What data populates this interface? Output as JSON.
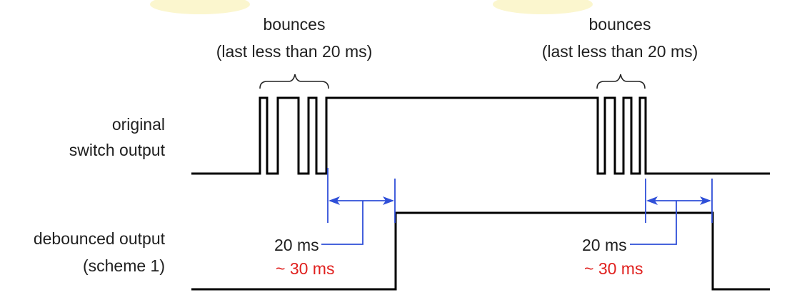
{
  "labels": {
    "bounces_left": "bounces",
    "bounces_left_sub": "(last less than 20 ms)",
    "bounces_right": "bounces",
    "bounces_right_sub": "(last less than 20 ms)",
    "original_line1": "original",
    "original_line2": "switch output",
    "debounced_line1": "debounced output",
    "debounced_line2": "(scheme 1)",
    "delay_left": "20 ms",
    "delay_left_red": "~ 30 ms",
    "delay_right": "20 ms",
    "delay_right_red": "~ 30 ms"
  },
  "colors": {
    "signal": "#000000",
    "dimension": "#2f4fd8",
    "highlight_text": "#e0201e"
  }
}
